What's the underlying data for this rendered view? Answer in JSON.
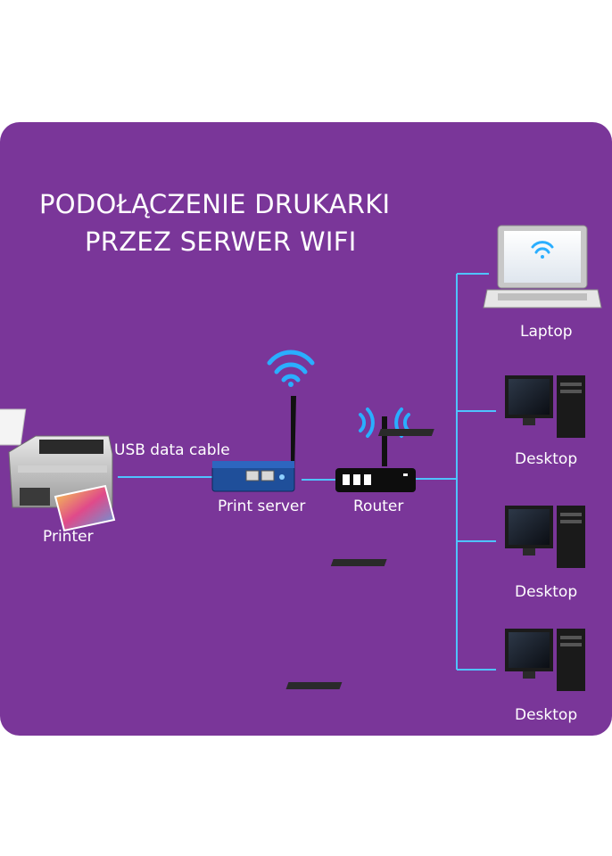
{
  "title": {
    "line1": "PODOŁĄCZENIE DRUKARKI",
    "line2": "PRZEZ SERWER WIFI"
  },
  "devices": {
    "printer": "Printer",
    "usb_cable": "USB data cable",
    "print_server": "Print server",
    "router": "Router",
    "laptop": "Laptop",
    "desktop_1": "Desktop",
    "desktop_2": "Desktop",
    "desktop_3": "Desktop"
  },
  "colors": {
    "background": "#7a3699",
    "connection_line": "#4fc3ff",
    "wifi_signal": "#2aaeff"
  }
}
